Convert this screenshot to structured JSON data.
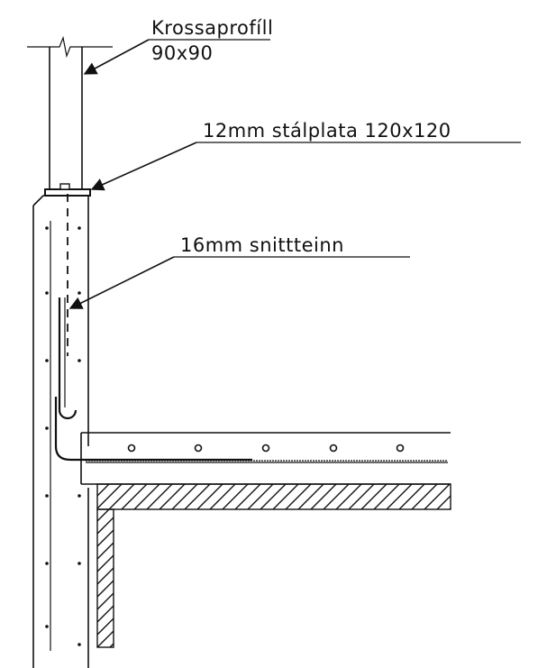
{
  "labels": {
    "profile_name": "Krossaprofíll",
    "profile_size": "90x90",
    "plate": "12mm stálplata 120x120",
    "rebar": "16mm snittteinn"
  }
}
